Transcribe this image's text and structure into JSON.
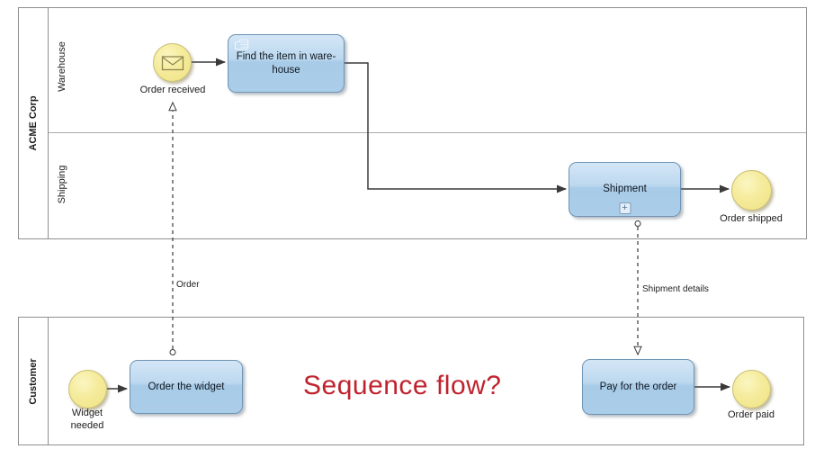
{
  "pools": {
    "acme": {
      "label": "ACME Corp",
      "lanes": {
        "warehouse": "Warehouse",
        "shipping": "Shipping"
      }
    },
    "customer": {
      "label": "Customer"
    }
  },
  "events": {
    "order_received": {
      "label": "Order received",
      "kind": "message-start-event",
      "icon": "envelope-icon"
    },
    "order_shipped": {
      "label": "Order shipped",
      "kind": "end-event"
    },
    "widget_needed": {
      "label": "Widget needed",
      "kind": "start-event"
    },
    "order_paid": {
      "label": "Order paid",
      "kind": "end-event"
    }
  },
  "tasks": {
    "find_item": {
      "label": "Find the item in ware-house",
      "icon": "manual-task-icon"
    },
    "shipment": {
      "label": "Shipment",
      "subprocess_marker": "+"
    },
    "order_widget": {
      "label": "Order the widget"
    },
    "pay_order": {
      "label": "Pay for the order"
    }
  },
  "message_flows": {
    "order": {
      "label": "Order",
      "from": "order_widget",
      "to": "order_received"
    },
    "shipment_details": {
      "label": "Shipment details",
      "from": "shipment",
      "to": "pay_order"
    }
  },
  "annotation": {
    "text": "Sequence flow?",
    "color": "#bf232e"
  },
  "colors": {
    "task_fill_top": "#d4e6f6",
    "task_fill_bottom": "#aacde9",
    "task_border": "#6e94b5",
    "event_fill": "#f5eb9b",
    "event_border": "#c9be74",
    "pool_border": "#8f8f8f",
    "flow_line": "#3a3a3a"
  }
}
